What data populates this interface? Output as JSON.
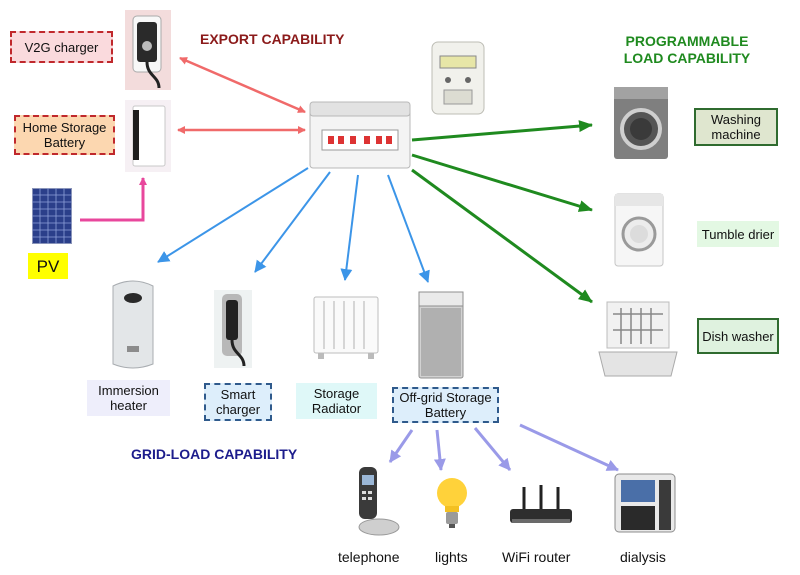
{
  "headings": {
    "export": "EXPORT CAPABILITY",
    "programmable_line1": "PROGRAMMABLE",
    "programmable_line2": "LOAD CAPABILITY",
    "grid_load": "GRID-LOAD CAPABILITY"
  },
  "colors": {
    "export_heading": "#8b1a1a",
    "programmable_heading": "#1f8a1f",
    "grid_heading": "#1c1c8c",
    "export_arrow": "#f06a6a",
    "pv_arrow": "#e8479c",
    "programmable_arrow": "#1f8a1f",
    "grid_arrow": "#3c95e8",
    "offgrid_arrow": "#9a9ae8"
  },
  "export_items": {
    "v2g_charger": "V2G charger",
    "home_storage_line1": "Home Storage",
    "home_storage_line2": "Battery",
    "pv": "PV"
  },
  "programmable_items": {
    "washing_line1": "Washing",
    "washing_line2": "machine",
    "tumble_drier": "Tumble drier",
    "dish_washer": "Dish washer"
  },
  "grid_items": {
    "immersion_line1": "Immersion",
    "immersion_line2": "heater",
    "smart_line1": "Smart",
    "smart_line2": "charger",
    "storage_line1": "Storage",
    "storage_line2": "Radiator",
    "offgrid_line1": "Off-grid Storage",
    "offgrid_line2": "Battery"
  },
  "offgrid_items": {
    "telephone": "telephone",
    "lights": "lights",
    "wifi_router": "WiFi router",
    "dialysis": "dialysis"
  },
  "icons": [
    "v2g-charger-icon",
    "home-battery-icon",
    "solar-panel-icon",
    "smart-meter-icon",
    "consumer-unit-icon",
    "washing-machine-icon",
    "tumble-drier-icon",
    "dish-washer-icon",
    "immersion-heater-icon",
    "smart-charger-icon",
    "storage-radiator-icon",
    "offgrid-battery-icon",
    "telephone-icon",
    "light-bulb-icon",
    "wifi-router-icon",
    "dialysis-machine-icon"
  ]
}
